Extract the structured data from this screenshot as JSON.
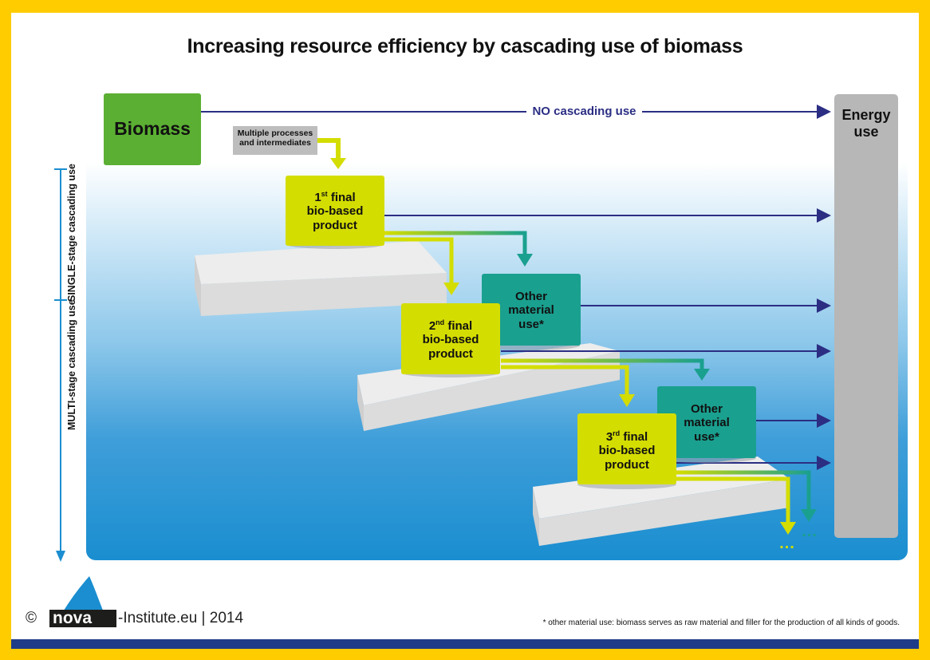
{
  "title": "Increasing resource efficiency by cascading use of biomass",
  "biomass": "Biomass",
  "processes": [
    "Multiple processes",
    "and intermediates"
  ],
  "no_cascading": "NO cascading use",
  "energy": [
    "Energy",
    "use"
  ],
  "products": [
    {
      "ordinal": "1",
      "suffix": "st",
      "line1": "final",
      "line2": "bio-based",
      "line3": "product"
    },
    {
      "ordinal": "2",
      "suffix": "nd",
      "line1": "final",
      "line2": "bio-based",
      "line3": "product"
    },
    {
      "ordinal": "3",
      "suffix": "rd",
      "line1": "final",
      "line2": "bio-based",
      "line3": "product"
    }
  ],
  "other_material": [
    "Other",
    "material",
    "use*"
  ],
  "single_stage": "SINGLE-stage cascading use",
  "multi_stage": "MULTI-stage cascading use",
  "ellipsis": "...",
  "copyright": "©",
  "logo_text": "nova",
  "credit": "-Institute.eu | 2014",
  "footnote": "* other material use: biomass serves as raw material and filler for the production of all kinds of goods.",
  "colors": {
    "frame": "#FFCC00",
    "biomass": "#5BAF32",
    "product": "#D4DD00",
    "other": "#1AA08F",
    "energy": "#B7B7B7",
    "arrow": "#2B2E83",
    "water_top": "#FFFFFF",
    "water_bottom": "#1A8ED0",
    "gray_box": "#BDBDBD",
    "bottom_bar": "#1F3C88"
  }
}
